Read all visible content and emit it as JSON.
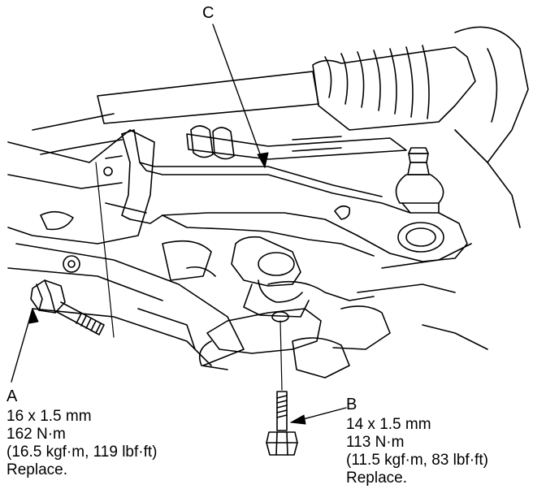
{
  "callouts": {
    "a": {
      "letter": "A",
      "size": "16 x 1.5 mm",
      "torque_nm": "162 N·m",
      "torque_alt": "(16.5 kgf·m, 119 lbf·ft)",
      "note": "Replace."
    },
    "b": {
      "letter": "B",
      "size": "14 x 1.5 mm",
      "torque_nm": "113 N·m",
      "torque_alt": "(11.5 kgf·m, 83 lbf·ft)",
      "note": "Replace."
    },
    "c": {
      "letter": "C"
    }
  },
  "colors": {
    "ink": "#000000",
    "paper": "#ffffff"
  }
}
